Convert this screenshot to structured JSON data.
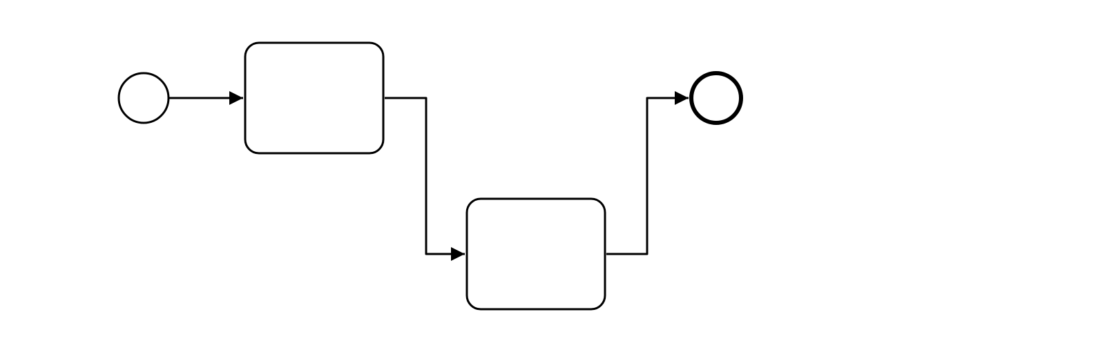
{
  "diagram": {
    "type": "bpmn-process",
    "stroke_color": "#000000",
    "fill_color": "#ffffff",
    "nodes": [
      {
        "id": "start",
        "kind": "start-event",
        "label": ""
      },
      {
        "id": "task1",
        "kind": "task",
        "label": ""
      },
      {
        "id": "task2",
        "kind": "task",
        "label": ""
      },
      {
        "id": "end",
        "kind": "end-event",
        "label": ""
      }
    ],
    "edges": [
      {
        "from": "start",
        "to": "task1",
        "kind": "sequence-flow"
      },
      {
        "from": "task1",
        "to": "task2",
        "kind": "sequence-flow"
      },
      {
        "from": "task2",
        "to": "end",
        "kind": "sequence-flow"
      }
    ]
  }
}
